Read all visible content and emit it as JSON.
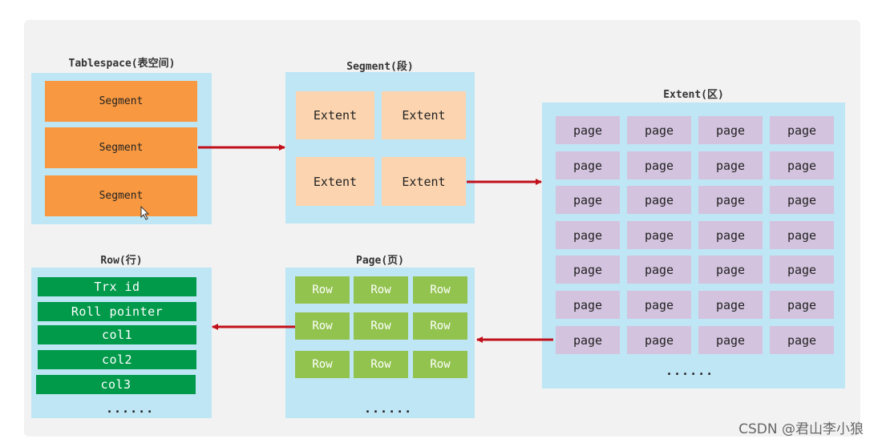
{
  "tablespace": {
    "title": "Tablespace(表空间)",
    "segments": [
      "Segment",
      "Segment",
      "Segment"
    ]
  },
  "segment": {
    "title": "Segment(段)",
    "extents": [
      "Extent",
      "Extent",
      "Extent",
      "Extent"
    ]
  },
  "extent": {
    "title": "Extent(区)",
    "pages": [
      [
        "page",
        "page",
        "page",
        "page"
      ],
      [
        "page",
        "page",
        "page",
        "page"
      ],
      [
        "page",
        "page",
        "page",
        "page"
      ],
      [
        "page",
        "page",
        "page",
        "page"
      ],
      [
        "page",
        "page",
        "page",
        "page"
      ],
      [
        "page",
        "page",
        "page",
        "page"
      ],
      [
        "page",
        "page",
        "page",
        "page"
      ]
    ],
    "ellipsis": "......"
  },
  "page": {
    "title": "Page(页)",
    "rows": [
      [
        "Row",
        "Row",
        "Row"
      ],
      [
        "Row",
        "Row",
        "Row"
      ],
      [
        "Row",
        "Row",
        "Row"
      ]
    ],
    "ellipsis": "......"
  },
  "row": {
    "title": "Row(行)",
    "fields": [
      "Trx id",
      "Roll pointer",
      "col1",
      "col2",
      "col3"
    ],
    "ellipsis": "......"
  },
  "watermark": "CSDN @君山李小狼",
  "colors": {
    "panel": "#bfe6f5",
    "segment": "#f89840",
    "extent": "#fcd5b0",
    "page": "#d3c3de",
    "row": "#92c34f",
    "field": "#019a4b",
    "arrow": "#c0101a"
  }
}
